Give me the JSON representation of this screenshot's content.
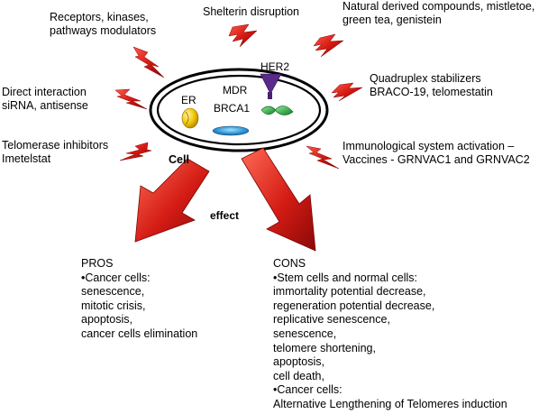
{
  "therapies": {
    "receptors": "Receptors, kinases,\npathways modulators",
    "shelterin": "Shelterin disruption",
    "natural": "Natural derived compounds, mistletoe,\ngreen tea, genistein",
    "direct": "Direct interaction\nsiRNA, antisense",
    "quadruplex": "Quadruplex stabilizers\nBRACO-19, telomestatin",
    "inhibitors": "Telomerase inhibitors\nImetelstat",
    "immuno": "Immunological system activation –\nVaccines - GRNVAC1 and GRNVAC2"
  },
  "cell": {
    "label": "Cell",
    "er": "ER",
    "mdr": "MDR",
    "her2": "HER2",
    "brca1": "BRCA1"
  },
  "effect_label": "effect",
  "pros": {
    "title": "PROS",
    "lines": [
      "•Cancer cells:",
      "senescence,",
      "mitotic crisis,",
      "apoptosis,",
      "cancer cells elimination"
    ]
  },
  "cons": {
    "title": "CONS",
    "lines": [
      "•Stem cells and normal cells:",
      "immortality potential decrease,",
      "regeneration potential decrease,",
      "replicative senescence,",
      "senescence,",
      "telomere shortening,",
      "apoptosis,",
      "cell death,",
      "•Cancer cells:",
      "Alternative Lengthening of Telomeres induction"
    ]
  },
  "colors": {
    "bolt": "#d01010",
    "arrow": "#cc1a1a",
    "er": "#f2c400",
    "brca1": "#2a8fd0",
    "her2": "#5a2a8a",
    "green": "#1fa83a"
  }
}
